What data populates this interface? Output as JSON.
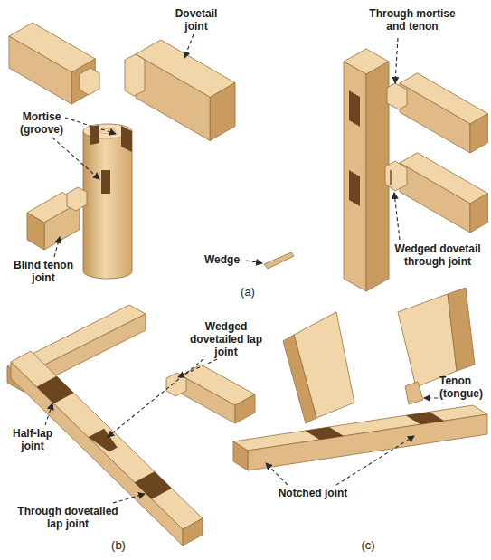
{
  "diagram": {
    "labels": [
      "Dovetail joint",
      "Through mortise and tenon",
      "Mortise (groove)",
      "Wedged dovetail through joint",
      "Wedge",
      "Blind tenon joint",
      "(a)",
      "Wedged dovetailed lap joint",
      "Tenon (tongue)",
      "Half-lap joint",
      "Notched joint",
      "Through dovetailed lap joint",
      "(b)",
      "(c)"
    ]
  }
}
